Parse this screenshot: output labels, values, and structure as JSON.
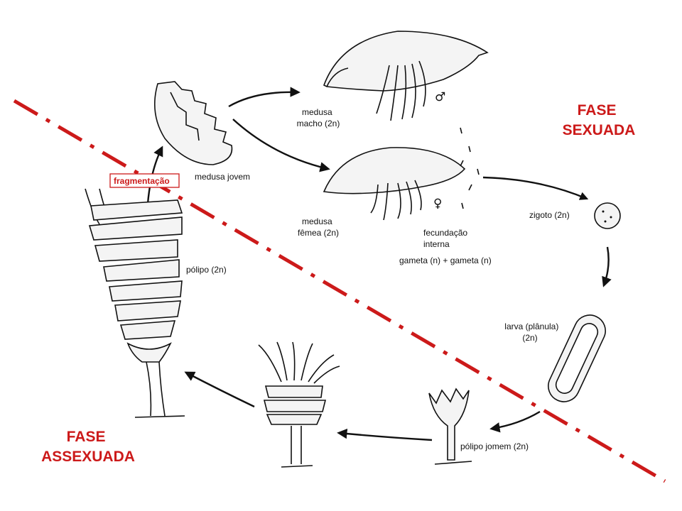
{
  "colors": {
    "divider": "#cc1a1a",
    "phase_text": "#cc1a1a",
    "ink": "#111111"
  },
  "labels": {
    "medusa_jovem": "medusa jovem",
    "fragmentacao": "fragmentação",
    "medusa_macho": [
      "medusa",
      "macho (2n)"
    ],
    "medusa_femea": [
      "medusa",
      "fêmea (2n)"
    ],
    "fecundacao": [
      "fecundação",
      "interna"
    ],
    "gametas": "gameta (n) + gameta (n)",
    "zigoto": "zigoto (2n)",
    "larva": [
      "larva (plânula)",
      "(2n)"
    ],
    "polipo_jovem": "pólipo jomem (2n)",
    "polipo": "pólipo (2n)",
    "male_symbol": "♂",
    "female_symbol": "♀"
  },
  "phases": {
    "sexual": [
      "FASE",
      "SEXUADA"
    ],
    "asexual": [
      "FASE",
      "ASSEXUADA"
    ]
  },
  "icons": [
    "jellyfish-icon",
    "zygote-icon",
    "planula-larva-icon",
    "polyp-icon",
    "strobila-icon"
  ]
}
